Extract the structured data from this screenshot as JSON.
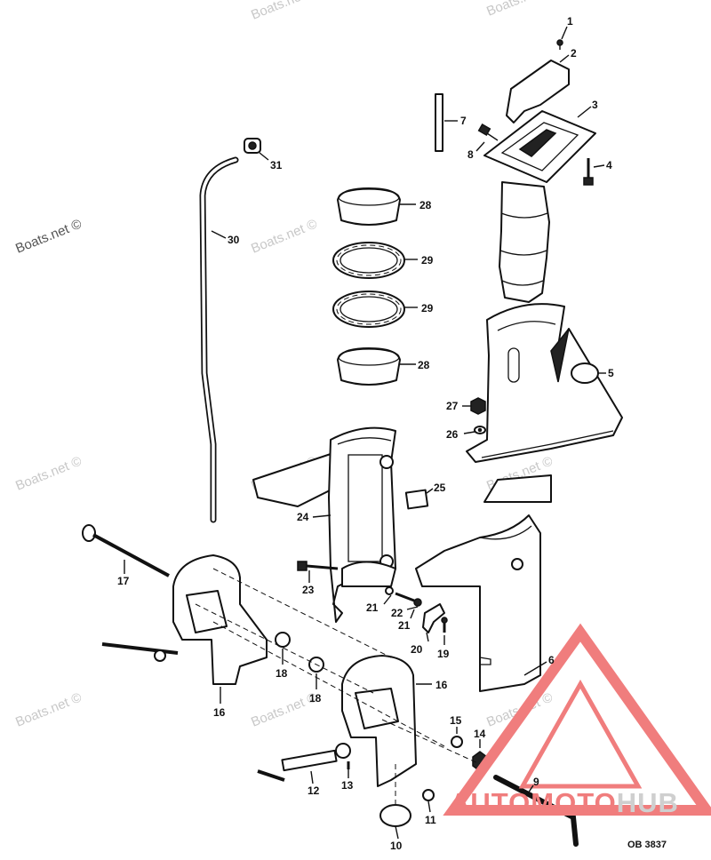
{
  "watermark": "Boats.net ©",
  "drawing_code": "OB 3837",
  "logo": {
    "part1": "AUTOMOTO",
    "part2": "HUB",
    "accent": "#f07d7d",
    "muted": "#cfcfcf"
  },
  "callouts": [
    {
      "id": "c1",
      "text": "1"
    },
    {
      "id": "c2",
      "text": "2"
    },
    {
      "id": "c3",
      "text": "3"
    },
    {
      "id": "c4",
      "text": "4"
    },
    {
      "id": "c5",
      "text": "5"
    },
    {
      "id": "c6",
      "text": "6"
    },
    {
      "id": "c7",
      "text": "7"
    },
    {
      "id": "c8",
      "text": "8"
    },
    {
      "id": "c9",
      "text": "9"
    },
    {
      "id": "c10",
      "text": "10"
    },
    {
      "id": "c11",
      "text": "11"
    },
    {
      "id": "c12",
      "text": "12"
    },
    {
      "id": "c13",
      "text": "13"
    },
    {
      "id": "c14",
      "text": "14"
    },
    {
      "id": "c15",
      "text": "15"
    },
    {
      "id": "c16a",
      "text": "16"
    },
    {
      "id": "c16b",
      "text": "16"
    },
    {
      "id": "c17",
      "text": "17"
    },
    {
      "id": "c18a",
      "text": "18"
    },
    {
      "id": "c18b",
      "text": "18"
    },
    {
      "id": "c19",
      "text": "19"
    },
    {
      "id": "c20",
      "text": "20"
    },
    {
      "id": "c21a",
      "text": "21"
    },
    {
      "id": "c21b",
      "text": "21"
    },
    {
      "id": "c22",
      "text": "22"
    },
    {
      "id": "c23",
      "text": "23"
    },
    {
      "id": "c24",
      "text": "24"
    },
    {
      "id": "c25",
      "text": "25"
    },
    {
      "id": "c26",
      "text": "26"
    },
    {
      "id": "c27",
      "text": "27"
    },
    {
      "id": "c28a",
      "text": "28"
    },
    {
      "id": "c28b",
      "text": "28"
    },
    {
      "id": "c29a",
      "text": "29"
    },
    {
      "id": "c29b",
      "text": "29"
    },
    {
      "id": "c30",
      "text": "30"
    },
    {
      "id": "c31",
      "text": "31"
    }
  ]
}
